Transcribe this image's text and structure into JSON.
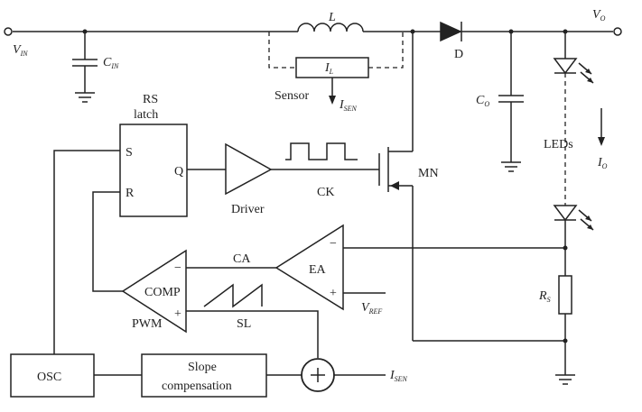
{
  "labels": {
    "vin": "V",
    "vin_sub": "IN",
    "vo": "V",
    "vo_sub": "O",
    "inductor": "L",
    "cin": "C",
    "cin_sub": "IN",
    "il": "I",
    "il_sub": "L",
    "sensor": "Sensor",
    "isen": "I",
    "isen_sub": "SEN",
    "diode": "D",
    "co": "C",
    "co_sub": "O",
    "leds": "LEDs",
    "io": "I",
    "io_sub": "O",
    "rs_latch_line1": "RS",
    "rs_latch_line2": "latch",
    "s_pin": "S",
    "r_pin": "R",
    "q_pin": "Q",
    "driver": "Driver",
    "ck": "CK",
    "mn": "MN",
    "ca": "CA",
    "ea": "EA",
    "comp": "COMP",
    "pwm": "PWM",
    "sl": "SL",
    "vref": "V",
    "vref_sub": "REF",
    "rs": "R",
    "rs_sub": "S",
    "osc": "OSC",
    "slope_line1": "Slope",
    "slope_line2": "compensation",
    "isen2": "I",
    "isen2_sub": "SEN",
    "minus": "−",
    "plus": "+"
  }
}
